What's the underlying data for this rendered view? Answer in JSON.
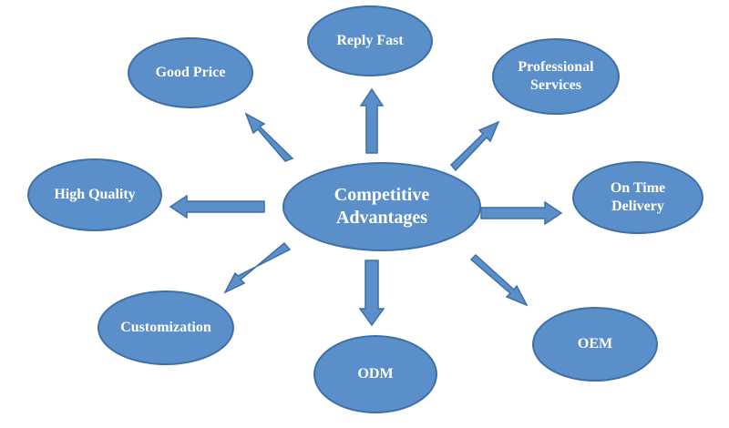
{
  "colors": {
    "node_fill": "#5b8fc9",
    "node_stroke": "#3d6fa8",
    "arrow_fill": "#5b8fc9",
    "arrow_stroke": "#3d6fa8",
    "text": "#ffffff"
  },
  "center": {
    "line1": "Competitive",
    "line2": "Advantages"
  },
  "nodes": {
    "reply_fast": {
      "label": "Reply Fast"
    },
    "good_price": {
      "label": "Good Price"
    },
    "professional_services": {
      "line1": "Professional",
      "line2": "Services"
    },
    "high_quality": {
      "label": "High Quality"
    },
    "on_time_delivery": {
      "line1": "On Time",
      "line2": "Delivery"
    },
    "customization": {
      "label": "Customization"
    },
    "odm": {
      "label": "ODM"
    },
    "oem": {
      "label": "OEM"
    }
  }
}
